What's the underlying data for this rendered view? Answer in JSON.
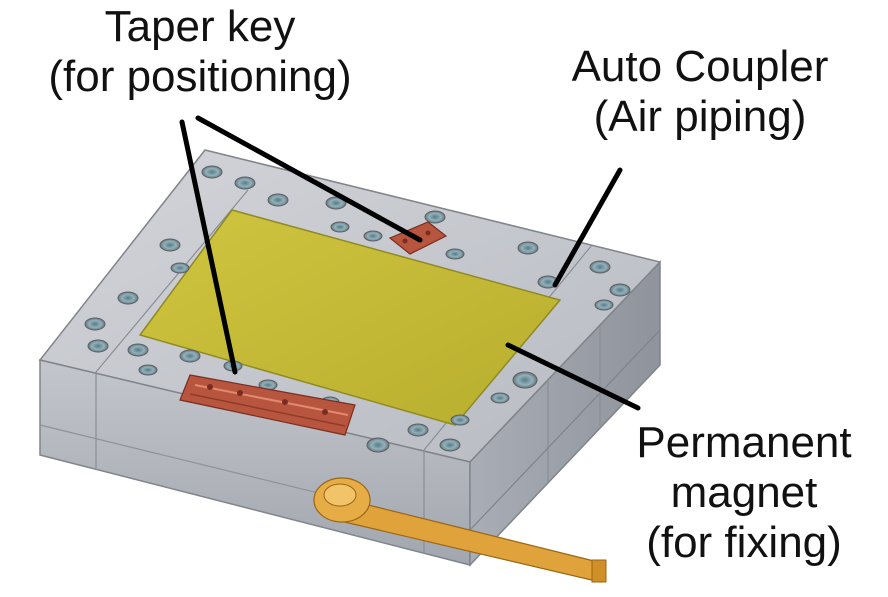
{
  "labels": {
    "taper_key": [
      "Taper key",
      "(for positioning)"
    ],
    "auto_coupler": [
      "Auto Coupler",
      "(Air piping)"
    ],
    "permanent_magnet": [
      "Permanent",
      "magnet",
      "(for fixing)"
    ]
  },
  "colors": {
    "plate_body": "#b9bcc2",
    "plate_top": "#c6c9cf",
    "magnet_surface": "#c9bf3c",
    "taper_key": "#b8553f",
    "lever": "#e0a23a",
    "leader_line": "#000000",
    "text": "#111111"
  }
}
